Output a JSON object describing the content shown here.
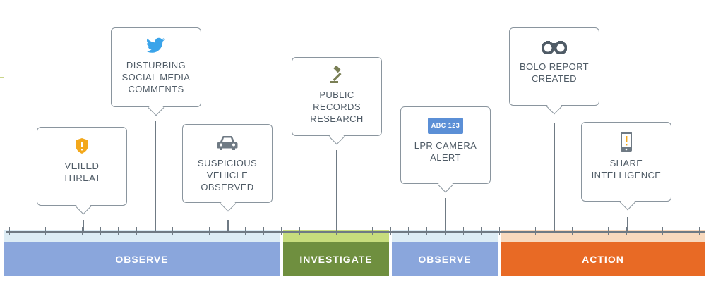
{
  "events": [
    {
      "id": "veiled-threat",
      "label_lines": [
        "VEILED",
        "THREAT"
      ],
      "icon": "shield-alert-icon"
    },
    {
      "id": "social-media",
      "label_lines": [
        "DISTURBING",
        "SOCIAL MEDIA",
        "COMMENTS"
      ],
      "icon": "twitter-bird-icon"
    },
    {
      "id": "suspicious-vehicle",
      "label_lines": [
        "SUSPICIOUS",
        "VEHICLE",
        "OBSERVED"
      ],
      "icon": "car-icon"
    },
    {
      "id": "public-records",
      "label_lines": [
        "PUBLIC",
        "RECORDS",
        "RESEARCH"
      ],
      "icon": "gavel-icon"
    },
    {
      "id": "lpr-alert",
      "label_lines": [
        "LPR CAMERA",
        "ALERT"
      ],
      "icon": "license-plate-icon",
      "plate_text": "ABC 123"
    },
    {
      "id": "bolo-report",
      "label_lines": [
        "BOLO REPORT",
        "CREATED"
      ],
      "icon": "binoculars-icon"
    },
    {
      "id": "share-intel",
      "label_lines": [
        "SHARE",
        "INTELLIGENCE"
      ],
      "icon": "smartphone-alert-icon"
    }
  ],
  "phases": [
    {
      "label": "OBSERVE",
      "color": "#8aa6dc",
      "band": "#dcecf5"
    },
    {
      "label": "INVESTIGATE",
      "color": "#6f8f3f",
      "band": "#c7dd7d"
    },
    {
      "label": "OBSERVE",
      "color": "#8aa6dc",
      "band": "#dcecf5"
    },
    {
      "label": "ACTION",
      "color": "#e86a25",
      "band": "#f8d9bd"
    }
  ],
  "colors": {
    "accent_yellow": "#f3a81b",
    "twitter_blue": "#3aa4ea",
    "gray_icon": "#6f7a84",
    "line": "#6f7a84"
  }
}
